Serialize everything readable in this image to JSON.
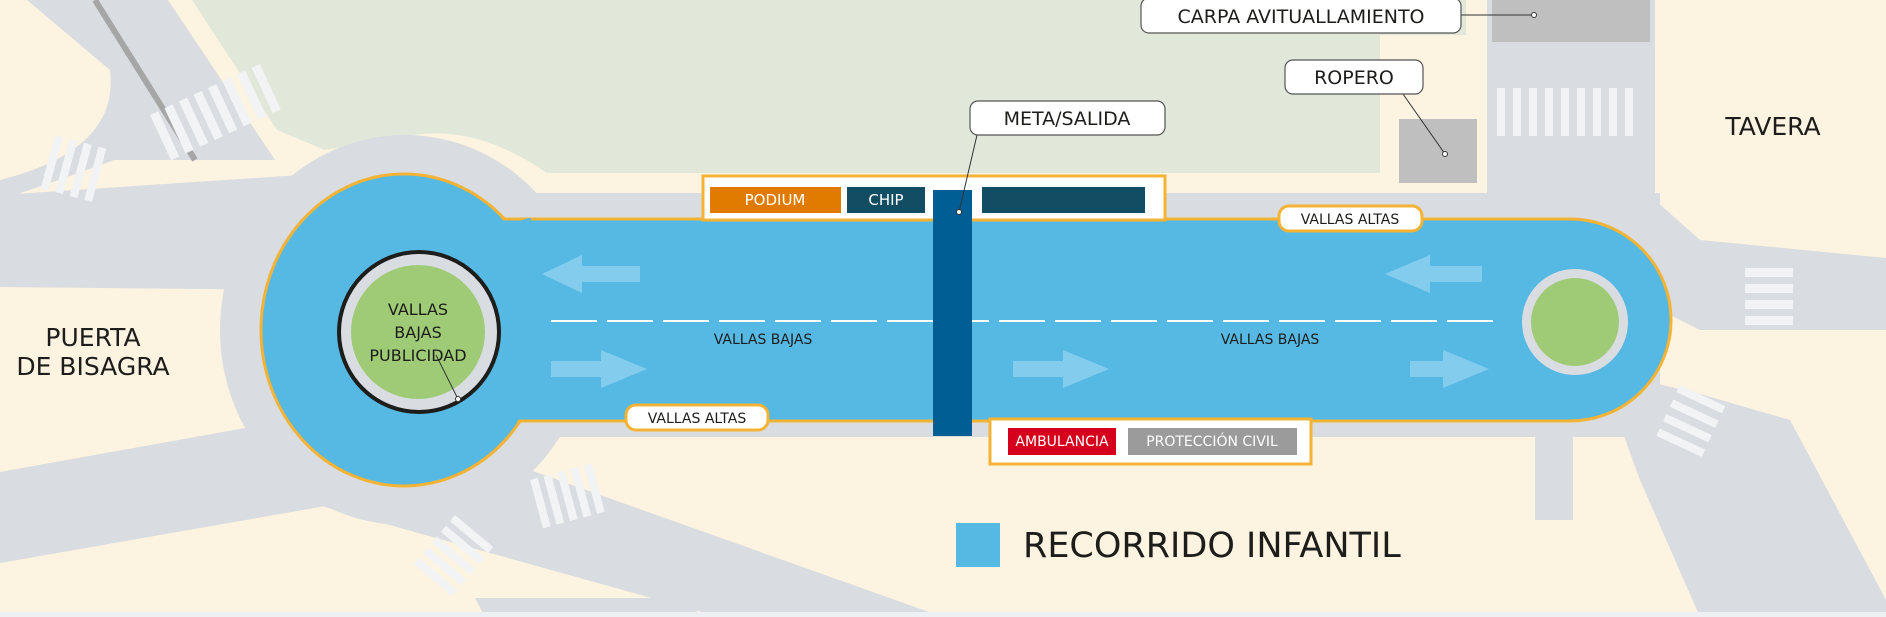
{
  "map": {
    "places": {
      "puerta_line1": "PUERTA",
      "puerta_line2": "DE BISAGRA",
      "tavera": "TAVERA"
    },
    "callouts": {
      "meta_salida": "META/SALIDA",
      "carpa": "CARPA AVITUALLAMIENTO",
      "ropero": "ROPERO"
    },
    "zones": {
      "podium": "PODIUM",
      "chip": "CHIP",
      "ambulancia": "AMBULANCIA",
      "proteccion_civil": "PROTECCIÓN CIVIL"
    },
    "barriers": {
      "vallas_altas_top": "VALLAS ALTAS",
      "vallas_altas_bottom": "VALLAS ALTAS",
      "vallas_bajas_left": "VALLAS BAJAS",
      "vallas_bajas_right": "VALLAS BAJAS",
      "roundabout_line1": "VALLAS",
      "roundabout_line2": "BAJAS",
      "roundabout_line3": "PUBLICIDAD"
    },
    "legend": {
      "label": "RECORRIDO INFANTIL",
      "color": "#56B9E4"
    },
    "colors": {
      "route": "#56B9E4",
      "barrier": "#F5B335",
      "finish_line": "#005E95",
      "podium": "#E07B00",
      "chip": "#124E63",
      "ambulancia": "#D6001C",
      "proteccion_civil": "#9B9B9B",
      "road": "#D9DCE1",
      "park": "#E1E8DA",
      "ground": "#FCF3E0"
    }
  }
}
